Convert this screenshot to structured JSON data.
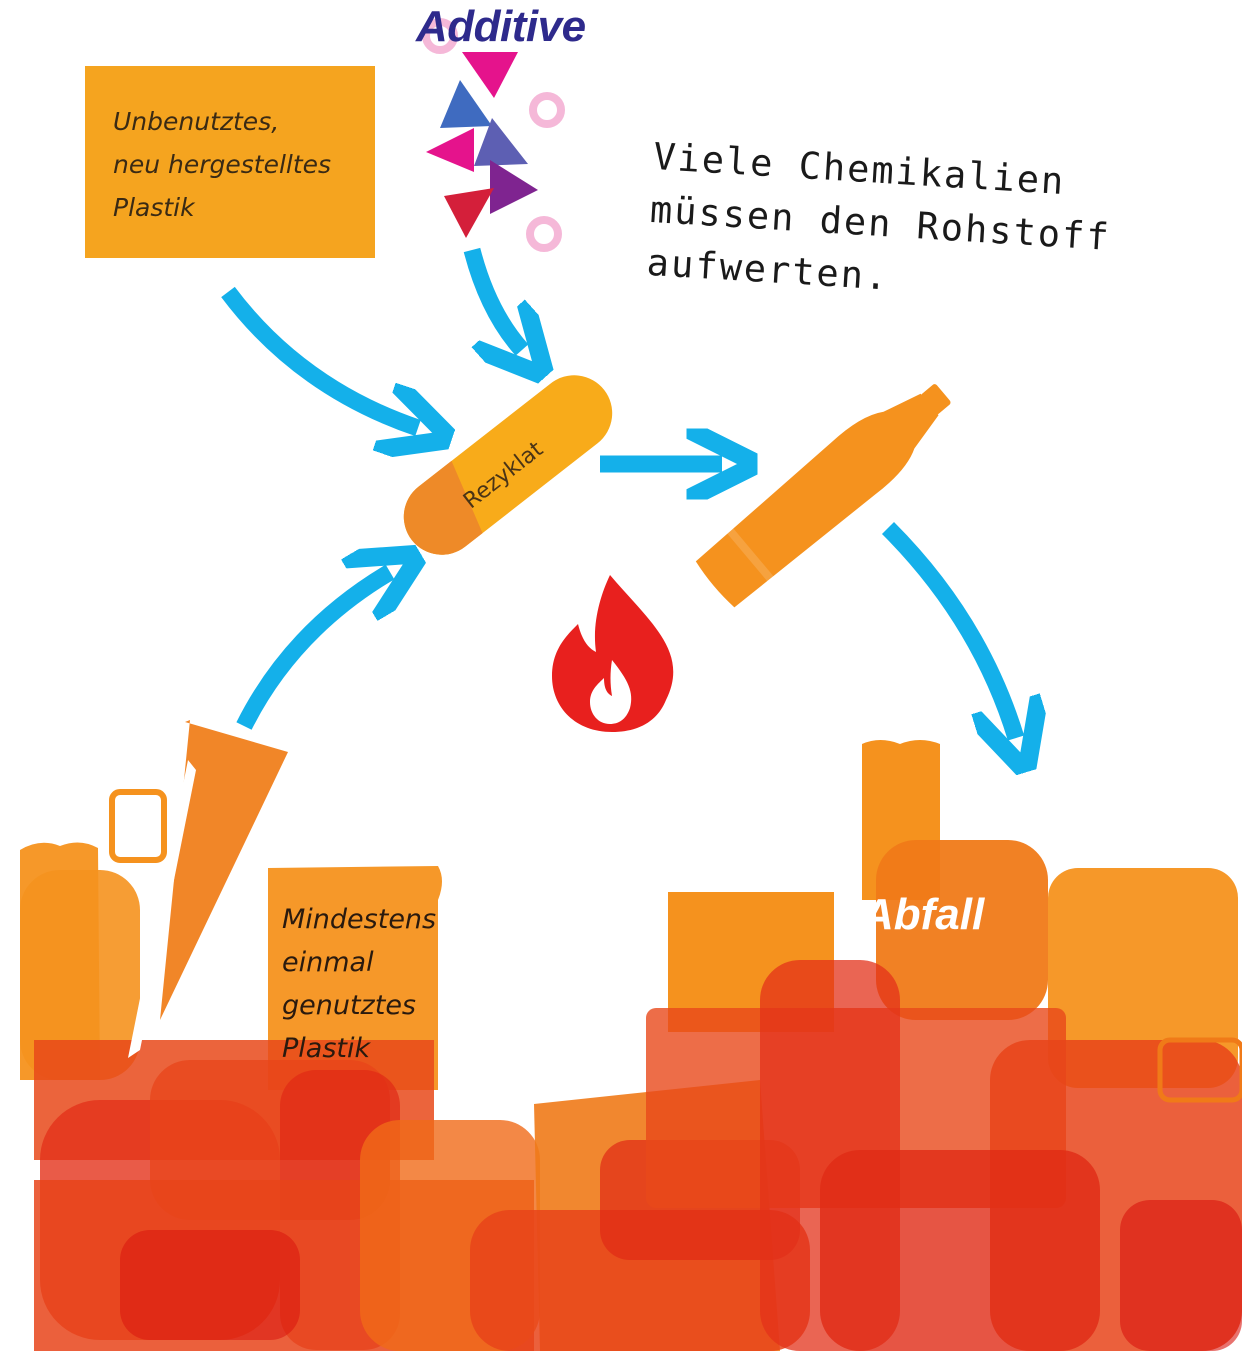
{
  "title": "Additive",
  "virgin_plastic": {
    "lines": [
      "Unbenutztes,",
      "neu hergestelltes",
      "Plastik"
    ]
  },
  "note": {
    "lines": [
      "Viele Chemikalien",
      "müssen den Rohstoff",
      "aufwerten."
    ]
  },
  "pellet_label": "Rezyklat",
  "used_plastic": {
    "lines": [
      "Mindestens",
      "einmal",
      "genutztes",
      "Plastik"
    ]
  },
  "waste_label": "Abfall",
  "colors": {
    "arrow": "#14b0ea",
    "orange": "#f5921e",
    "red": "#e8201e",
    "title": "#2e2a8c",
    "box": "#f5a41f"
  }
}
